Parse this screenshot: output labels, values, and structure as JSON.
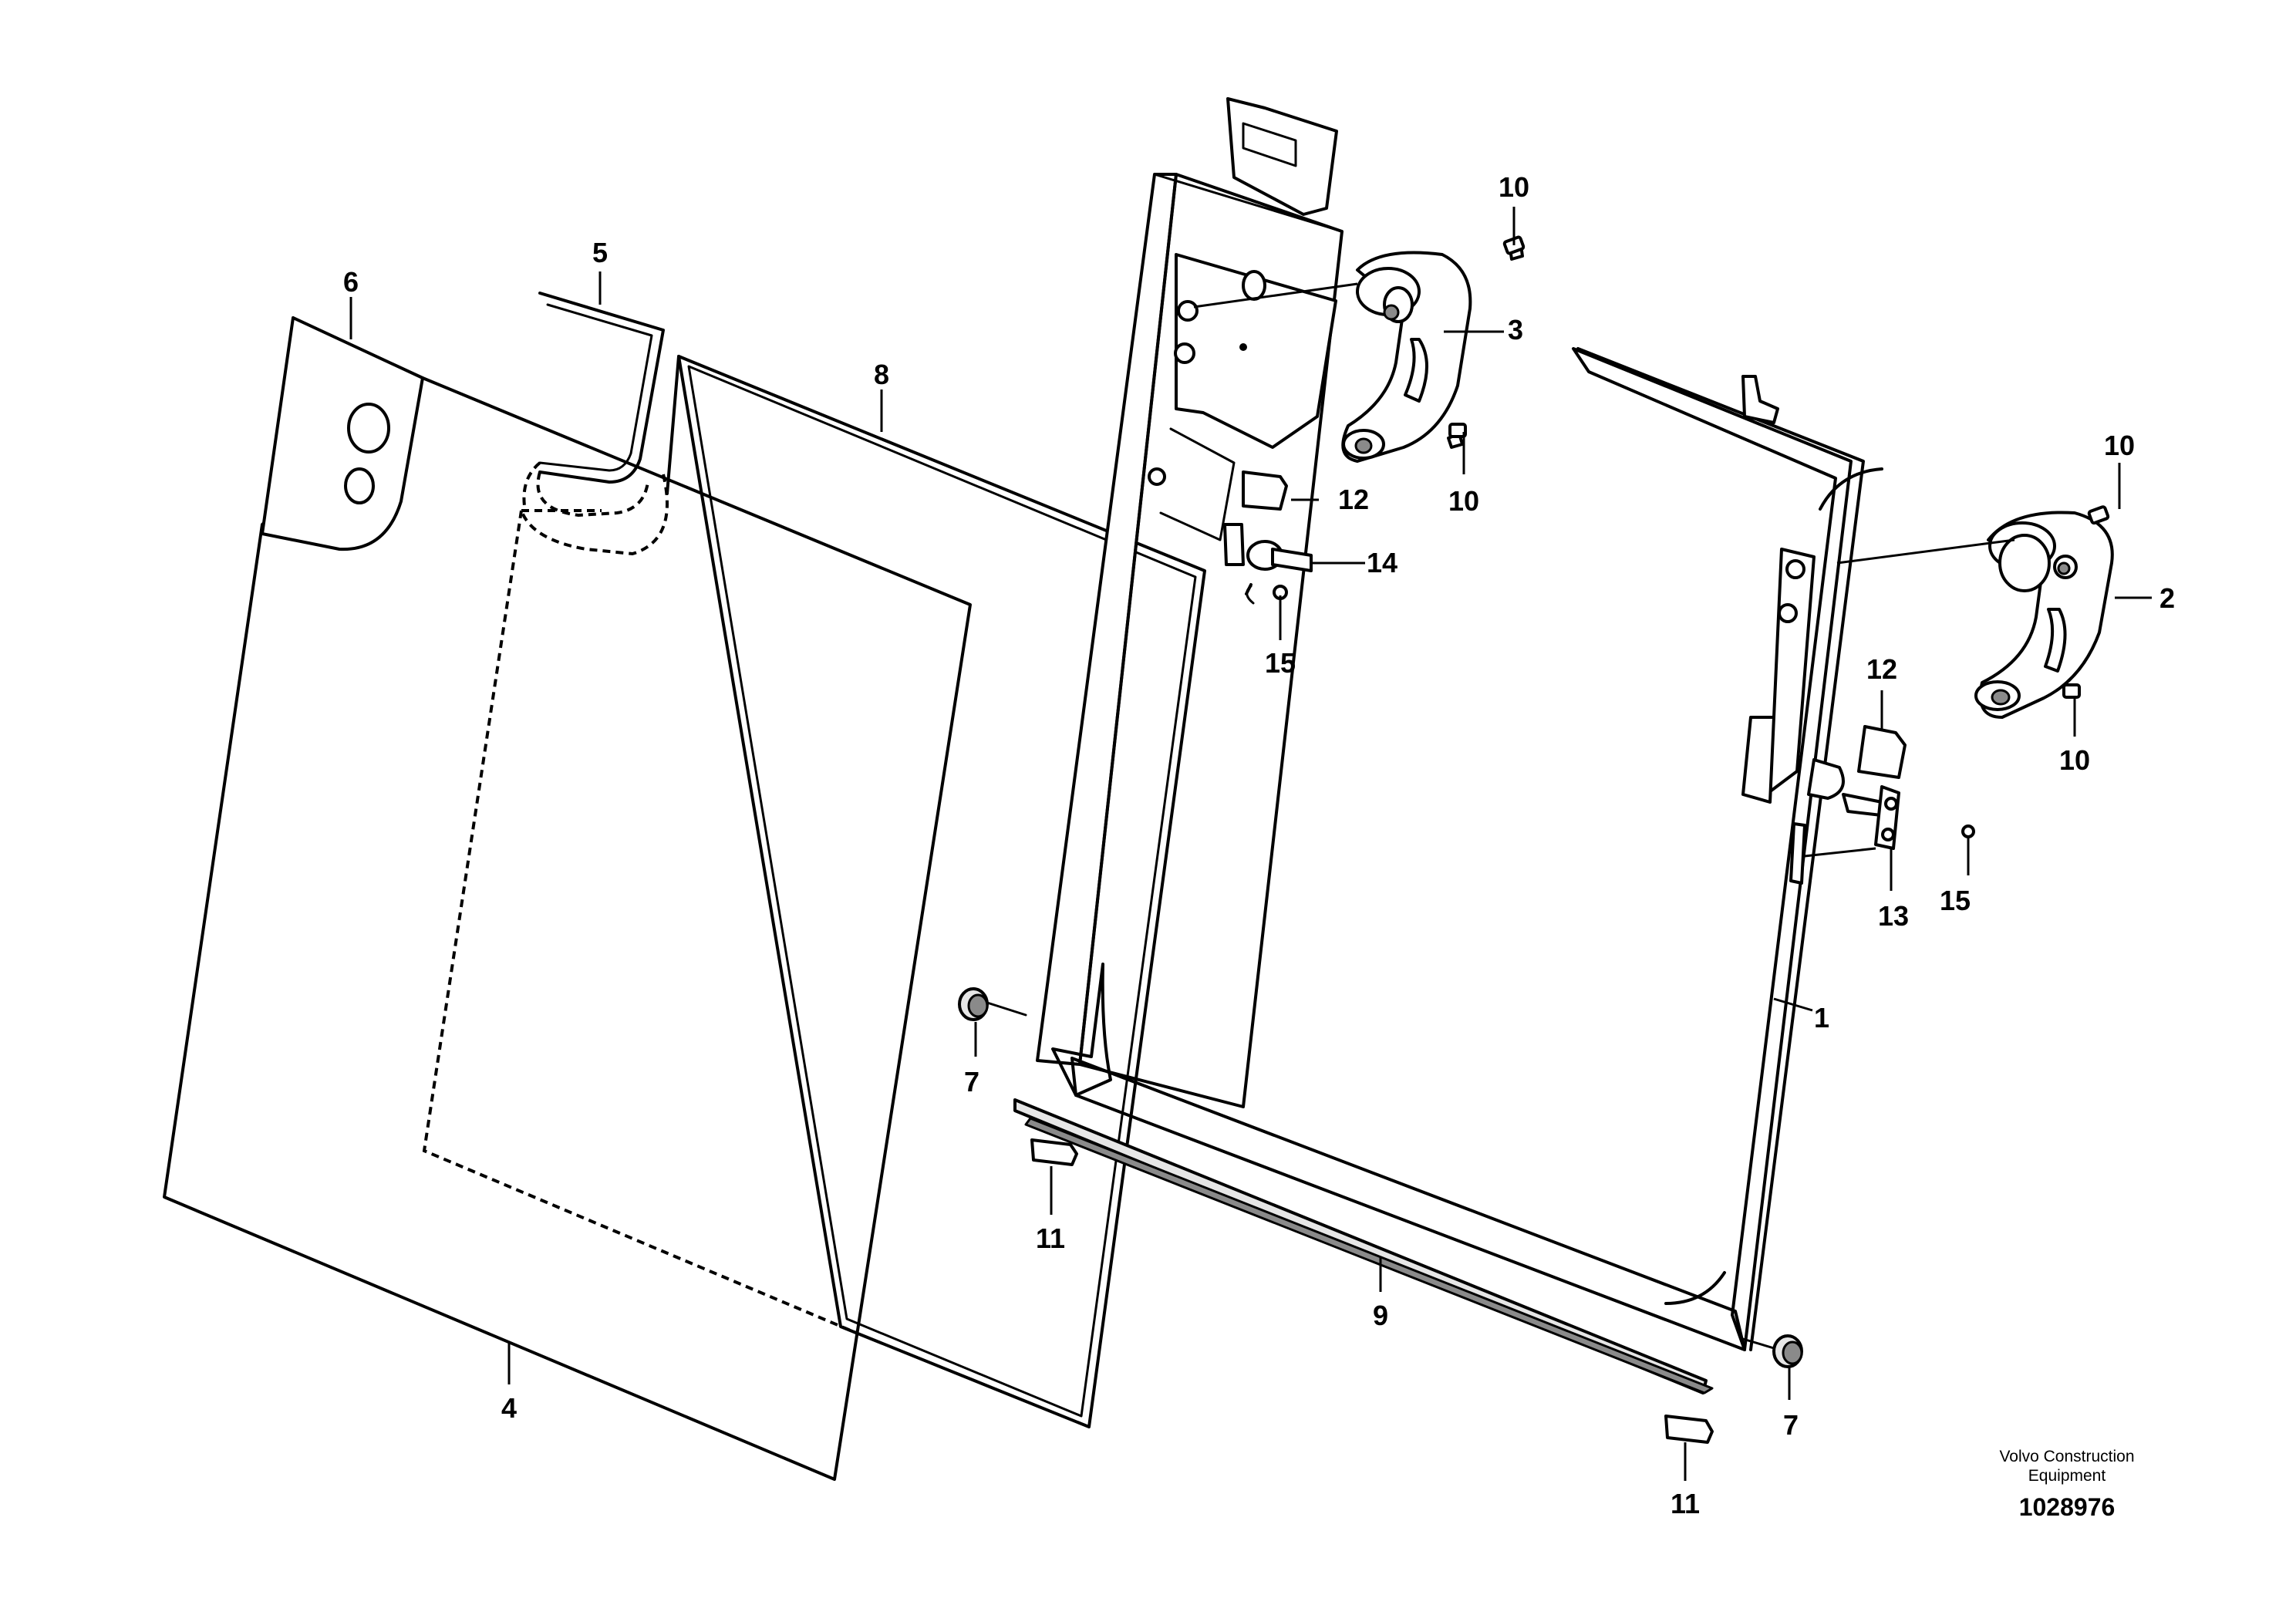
{
  "diagram": {
    "callouts": {
      "c1": "1",
      "c2": "2",
      "c3": "3",
      "c4": "4",
      "c5": "5",
      "c6": "6",
      "c7a": "7",
      "c7b": "7",
      "c8": "8",
      "c9": "9",
      "c10a": "10",
      "c10b": "10",
      "c10c": "10",
      "c10d": "10",
      "c11a": "11",
      "c11b": "11",
      "c12a": "12",
      "c12b": "12",
      "c13": "13",
      "c14": "14",
      "c15a": "15",
      "c15b": "15"
    }
  },
  "footer": {
    "brand_line1": "Volvo Construction",
    "brand_line2": "Equipment",
    "doc_number": "1028976"
  }
}
